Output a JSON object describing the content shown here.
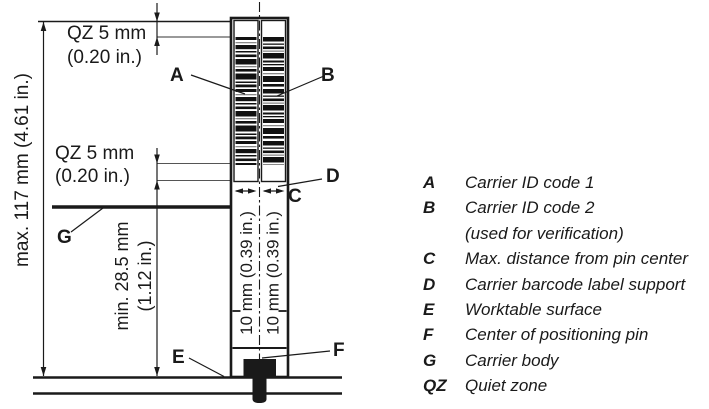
{
  "diagram": {
    "overall_height": "max. 117 mm (4.61 in.)",
    "quiet_zone_top": {
      "l1": "QZ 5 mm",
      "l2": "(0.20 in.)"
    },
    "quiet_zone_bottom": {
      "l1": "QZ 5 mm",
      "l2": "(0.20 in.)"
    },
    "min_clearance": {
      "l1": "min. 28.5 mm",
      "l2": "(1.12 in.)"
    },
    "label_width_left": "10 mm (0.39 in.)",
    "label_width_right": "10 mm (0.39 in.)",
    "callout_a": "A",
    "callout_b": "B",
    "callout_c": "C",
    "callout_d": "D",
    "callout_e": "E",
    "callout_f": "F",
    "callout_g": "G"
  },
  "legend": {
    "items": [
      {
        "key": "A",
        "label": "Carrier ID code 1"
      },
      {
        "key": "B",
        "label": "Carrier ID code 2",
        "note": "(used for verification)"
      },
      {
        "key": "C",
        "label": "Max. distance from pin center"
      },
      {
        "key": "D",
        "label": "Carrier barcode label support"
      },
      {
        "key": "E",
        "label": "Worktable surface"
      },
      {
        "key": "F",
        "label": "Center of positioning pin"
      },
      {
        "key": "G",
        "label": "Carrier body"
      },
      {
        "key": "QZ",
        "label": "Quiet zone"
      }
    ]
  },
  "colors": {
    "ink": "#1a1a1a",
    "quiet_zone_line": "#999999"
  }
}
